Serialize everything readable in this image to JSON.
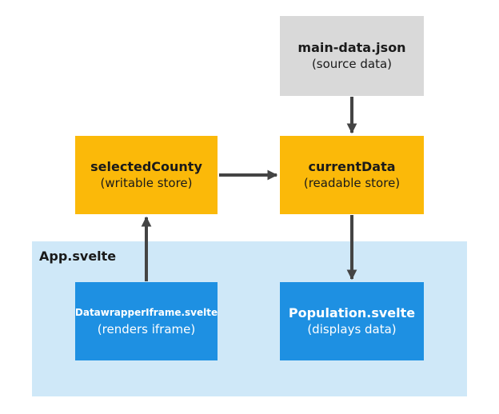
{
  "colors": {
    "store": "#fbb909",
    "source": "#d9d9d9",
    "component": "#1e90e2",
    "region": "#cfe8f8",
    "arrow": "#444444"
  },
  "region": {
    "label": "App.svelte"
  },
  "nodes": {
    "main_data": {
      "title": "main-data.json",
      "subtitle": "(source data)"
    },
    "selected_county": {
      "title": "selectedCounty",
      "subtitle": "(writable store)"
    },
    "current_data": {
      "title": "currentData",
      "subtitle": "(readable store)"
    },
    "datawrapper_iframe": {
      "title": "DatawrapperIframe.svelte",
      "subtitle": "(renders iframe)"
    },
    "population": {
      "title": "Population.svelte",
      "subtitle": "(displays data)"
    }
  },
  "edges": [
    {
      "from": "main_data",
      "to": "current_data"
    },
    {
      "from": "selected_county",
      "to": "current_data"
    },
    {
      "from": "current_data",
      "to": "population"
    },
    {
      "from": "datawrapper_iframe",
      "to": "selected_county"
    }
  ]
}
